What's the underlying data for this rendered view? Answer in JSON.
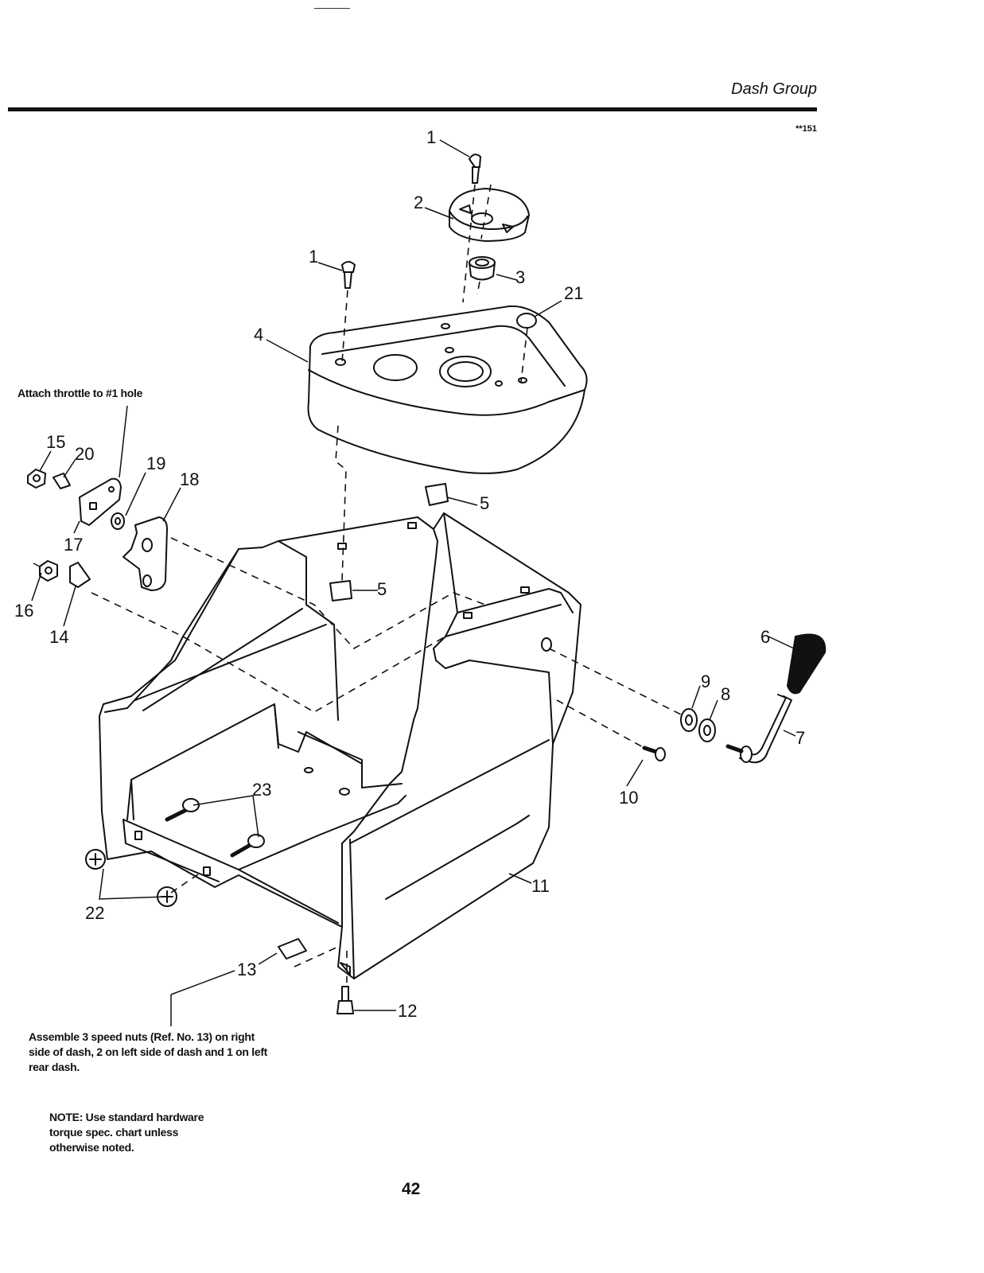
{
  "header": {
    "title": "Dash Group",
    "figure_code": "**151"
  },
  "notes": {
    "throttle": "Attach throttle to #1 hole",
    "speed_nuts": "Assemble 3 speed nuts (Ref. No. 13) on right side of dash, 2 on left side of dash and 1 on left rear dash.",
    "torque": "NOTE: Use standard hardware torque spec. chart unless otherwise noted."
  },
  "callouts": [
    "1",
    "1",
    "2",
    "3",
    "4",
    "5",
    "5",
    "6",
    "7",
    "8",
    "9",
    "10",
    "11",
    "12",
    "13",
    "14",
    "15",
    "16",
    "17",
    "18",
    "19",
    "20",
    "21",
    "22",
    "23"
  ],
  "page_number": "42"
}
